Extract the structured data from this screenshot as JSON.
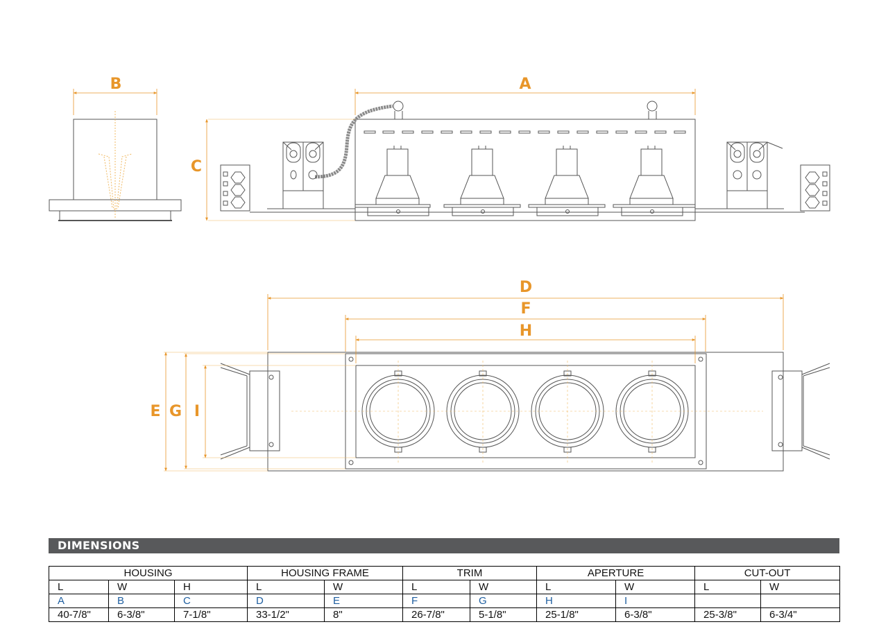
{
  "colors": {
    "dimension": "#e8962a",
    "linework": "#555555",
    "centerline": "#f0b860",
    "flex_conduit": "#8a8a8a",
    "header_bar": "#58595b",
    "letter_codes": "#1f5fa0"
  },
  "drawing": {
    "side_view": {
      "label": "B"
    },
    "front_view": {
      "labels": [
        "A",
        "C"
      ]
    },
    "plan_view": {
      "labels": [
        "D",
        "F",
        "H",
        "E",
        "G",
        "I"
      ]
    }
  },
  "dimensions": {
    "title": "DIMENSIONS",
    "groups": [
      "HOUSING",
      "HOUSING FRAME",
      "TRIM",
      "APERTURE",
      "CUT-OUT"
    ],
    "subheaders": [
      "L",
      "W",
      "H",
      "L",
      "W",
      "L",
      "W",
      "L",
      "W",
      "L",
      "W"
    ],
    "letters": [
      "A",
      "B",
      "C",
      "D",
      "E",
      "F",
      "G",
      "H",
      "I",
      "",
      ""
    ],
    "values": [
      "40-7/8\"",
      "6-3/8\"",
      "7-1/8\"",
      "33-1/2\"",
      "8\"",
      "26-7/8\"",
      "5-1/8\"",
      "25-1/8\"",
      "6-3/8\"",
      "25-3/8\"",
      "6-3/4\""
    ]
  }
}
